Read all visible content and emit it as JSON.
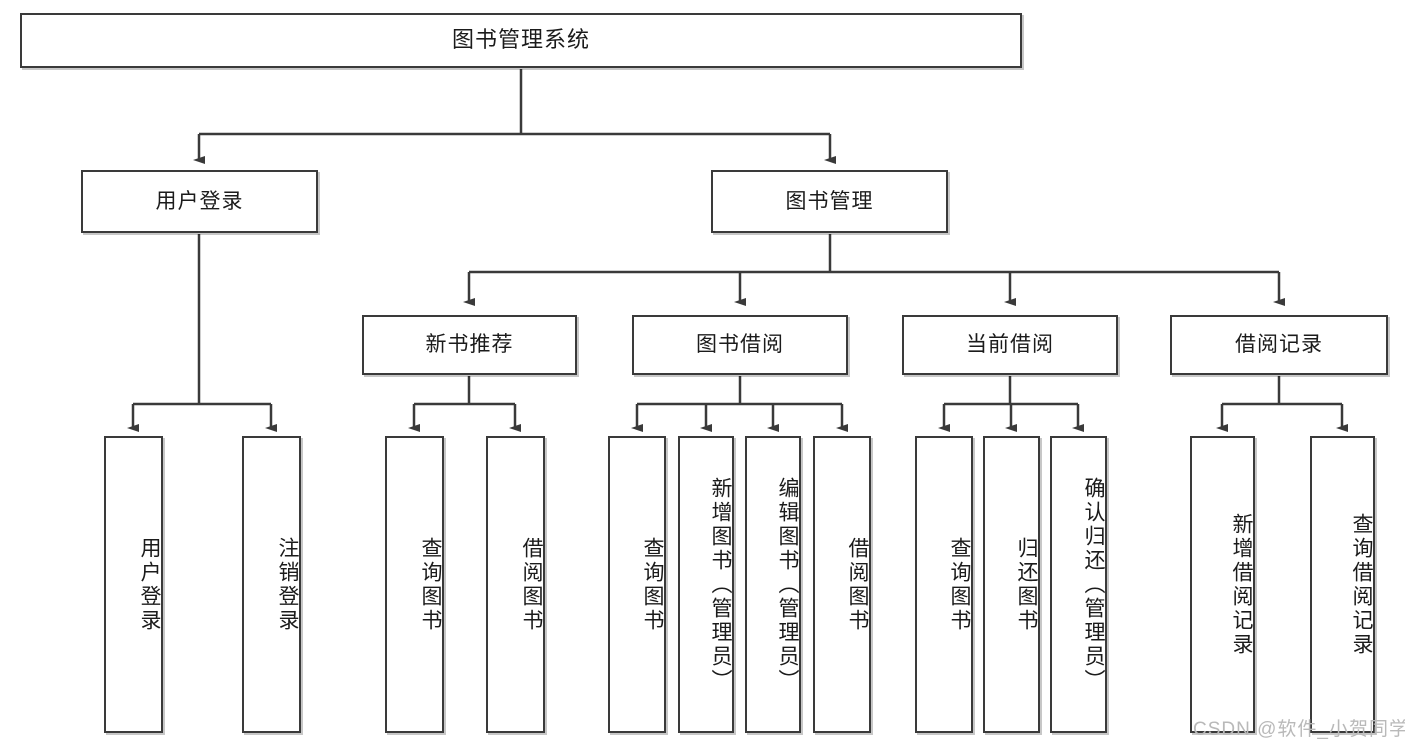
{
  "diagram": {
    "title": "图书管理系统",
    "watermark": "CSDN @软件_小贺同学",
    "line_color": "#3a3a3a",
    "box_border_color": "#3a3a3a",
    "box_fill_color": "#ffffff",
    "text_color": "#1b1b1b",
    "watermark_color": "#b9b9b9"
  },
  "nodes": {
    "root": {
      "label": "图书管理系统"
    },
    "level1": [
      {
        "label": "用户登录"
      },
      {
        "label": "图书管理"
      }
    ],
    "level2": [
      {
        "label": "新书推荐"
      },
      {
        "label": "图书借阅"
      },
      {
        "label": "当前借阅"
      },
      {
        "label": "借阅记录"
      }
    ],
    "leaves": {
      "user_login": [
        {
          "label": "用户登录"
        },
        {
          "label": "注销登录"
        }
      ],
      "new_book_recommend": [
        {
          "label": "查询图书"
        },
        {
          "label": "借阅图书"
        }
      ],
      "book_borrow": [
        {
          "label": "查询图书"
        },
        {
          "label": "新增图书（管理员）"
        },
        {
          "label": "编辑图书（管理员）"
        },
        {
          "label": "借阅图书"
        }
      ],
      "current_borrow": [
        {
          "label": "查询图书"
        },
        {
          "label": "归还图书"
        },
        {
          "label": "确认归还（管理员）"
        }
      ],
      "borrow_record": [
        {
          "label": "新增借阅记录"
        },
        {
          "label": "查询借阅记录"
        }
      ]
    }
  }
}
